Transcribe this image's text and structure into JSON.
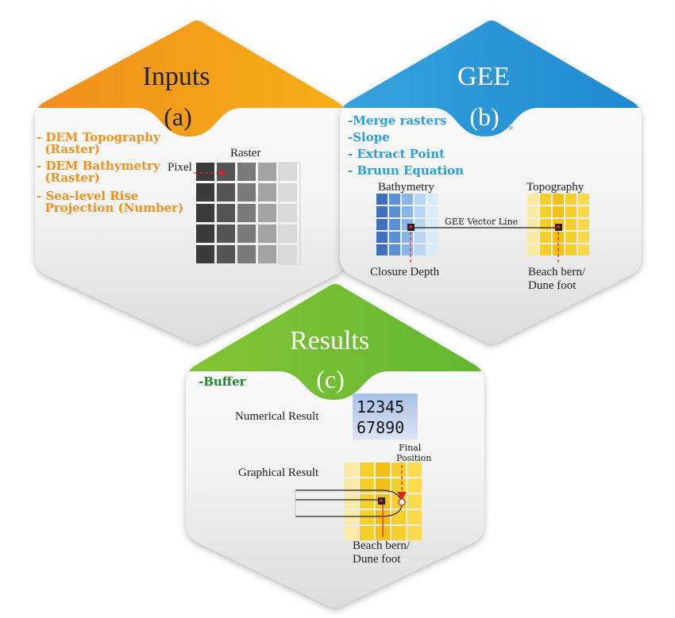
{
  "panel_a": {
    "title": "Inputs",
    "letter": "(a)",
    "items": [
      [
        "- DEM Topography",
        "  (Raster)"
      ],
      [
        "- DEM Bathymetry",
        "  (Raster)"
      ],
      [
        "- Sea-level Rise",
        "  Projection (Number)"
      ]
    ],
    "raster_label": "Raster",
    "pixel_label": "Pixel"
  },
  "panel_b": {
    "title": "GEE",
    "letter": "(b)",
    "items": [
      "-Merge rasters",
      "-Slope",
      "- Extract Point",
      "- Bruun Equation"
    ],
    "bathymetry_label": "Bathymetry",
    "topography_label": "Topography",
    "vector_label": "GEE Vector Line",
    "closure_label": "Closure Depth",
    "berm_label": [
      "Beach bern/",
      "Dune foot"
    ]
  },
  "panel_c": {
    "title": "Results",
    "letter": "(c)",
    "items": [
      "-Buffer"
    ],
    "numerical_label": "Numerical Result",
    "numbers": [
      "12345",
      "67890"
    ],
    "graphical_label": "Graphical Result",
    "final_label": [
      "Final",
      "Position"
    ],
    "berm_label": [
      "Beach bern/",
      "Dune foot"
    ]
  },
  "colors": {
    "orange": "#f0901e",
    "yellow": "#f9c81a",
    "blue": "#2a9fd8",
    "green": "#6fbe2e",
    "red": "#e5211c"
  }
}
